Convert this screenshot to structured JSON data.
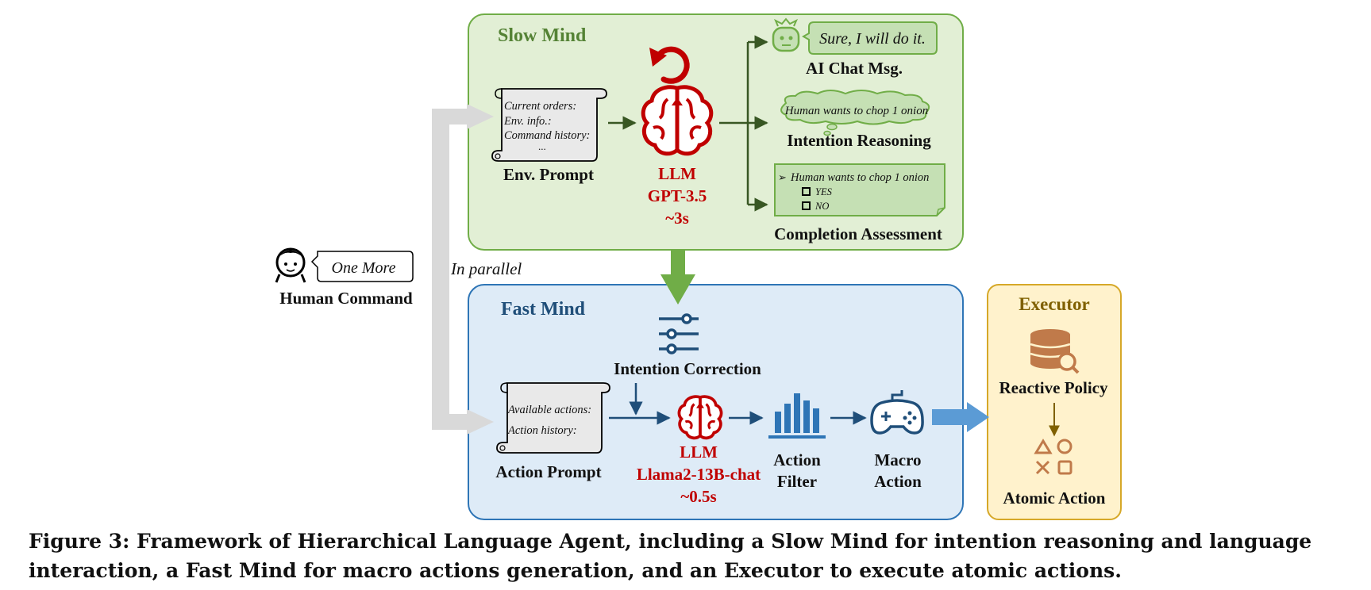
{
  "colors": {
    "slow_bg": "#e2efd5",
    "slow_border": "#70ad47",
    "slow_title": "#548235",
    "fast_bg": "#deebf7",
    "fast_border": "#2e75b6",
    "fast_title": "#1f4e79",
    "exec_bg": "#fff2cc",
    "exec_border": "#d6a828",
    "exec_title": "#7f6000",
    "llm_red": "#c00000",
    "icon_brown": "#c07a4a",
    "arrow_green": "#385723",
    "arrow_blue": "#1f4e79"
  },
  "human": {
    "speech": "One More",
    "label": "Human Command",
    "icon": "person-face-icon"
  },
  "in_parallel": "In parallel",
  "slow_mind": {
    "title": "Slow Mind",
    "env_prompt": {
      "lines": [
        "Current orders:",
        "Env. info.:",
        "Command history:",
        "..."
      ],
      "label": "Env. Prompt"
    },
    "llm": {
      "label": "LLM",
      "model": "GPT-3.5",
      "latency": "~3s",
      "icon": "brain-icon",
      "loop_icon": "refresh-arrow-icon"
    },
    "outputs": {
      "chat": {
        "bubble": "Sure, I will do it.",
        "label": "AI Chat Msg.",
        "icon": "robot-icon"
      },
      "intention": {
        "cloud": "Human wants to chop 1 onion",
        "label": "Intention Reasoning"
      },
      "assessment": {
        "question": "Human wants to chop 1 onion",
        "options": [
          "YES",
          "NO"
        ],
        "label": "Completion Assessment"
      }
    }
  },
  "fast_mind": {
    "title": "Fast Mind",
    "intention_correction": {
      "label": "Intention Correction",
      "icon": "sliders-icon"
    },
    "action_prompt": {
      "lines": [
        "Available actions:",
        "Action history:"
      ],
      "label": "Action Prompt"
    },
    "llm": {
      "label": "LLM",
      "model": "Llama2-13B-chat",
      "latency": "~0.5s",
      "icon": "brain-icon"
    },
    "action_filter": {
      "line1": "Action",
      "line2": "Filter",
      "icon": "bar-chart-icon"
    },
    "macro_action": {
      "line1": "Macro",
      "line2": "Action",
      "icon": "gamepad-icon"
    }
  },
  "executor": {
    "title": "Executor",
    "reactive_policy": {
      "label": "Reactive Policy",
      "icon": "database-search-icon"
    },
    "atomic_action": {
      "label": "Atomic Action",
      "icon": "shapes-icon"
    }
  },
  "caption": "Figure 3: Framework of Hierarchical Language Agent, including a Slow Mind for intention reasoning and language interaction, a Fast Mind for macro actions generation, and an Executor to execute atomic actions."
}
